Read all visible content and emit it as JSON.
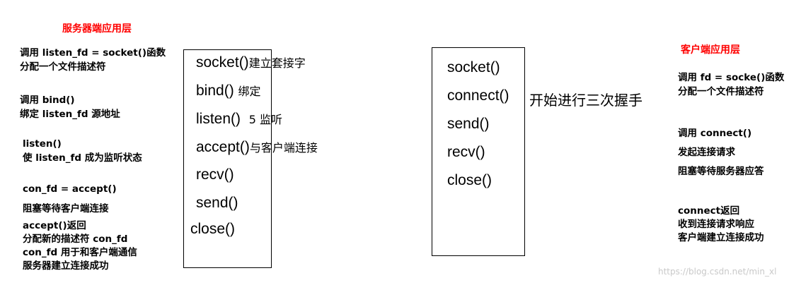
{
  "server": {
    "title": "服务器端应用层",
    "notes": [
      [
        "调用 listen_fd = socket()函数",
        "分配一个文件描述符"
      ],
      [
        "调用 bind()",
        "绑定 listen_fd 源地址"
      ],
      [
        "listen()",
        "使 listen_fd 成为监听状态"
      ],
      [
        "con_fd = accept()",
        "阻塞等待客户端连接"
      ],
      [
        "accept()返回",
        "分配新的描述符 con_fd",
        "con_fd 用于和客户端通信",
        "服务器建立连接成功"
      ]
    ],
    "calls": [
      {
        "fn": "socket()",
        "comment": "建立套接字"
      },
      {
        "fn": "bind()",
        "comment": "绑定"
      },
      {
        "fn": "listen()",
        "comment": "5 监听"
      },
      {
        "fn": "accept()",
        "comment": "与客户端连接"
      },
      {
        "fn": "recv()",
        "comment": ""
      },
      {
        "fn": "send()",
        "comment": ""
      },
      {
        "fn": "close()",
        "comment": ""
      }
    ]
  },
  "client": {
    "title": "客户端应用层",
    "calls": [
      "socket()",
      "connect()",
      "send()",
      "recv()",
      "close()"
    ],
    "handshake": "开始进行三次握手",
    "notes": [
      [
        "调用  fd = socke()函数",
        "分配一个文件描述符"
      ],
      [
        "调用 connect()",
        "发起连接请求",
        "阻塞等待服务器应答"
      ],
      [
        "connect返回",
        "收到连接请求响应",
        "客户端建立连接成功"
      ]
    ]
  },
  "watermark": "https://blog.csdn.net/min_xl"
}
